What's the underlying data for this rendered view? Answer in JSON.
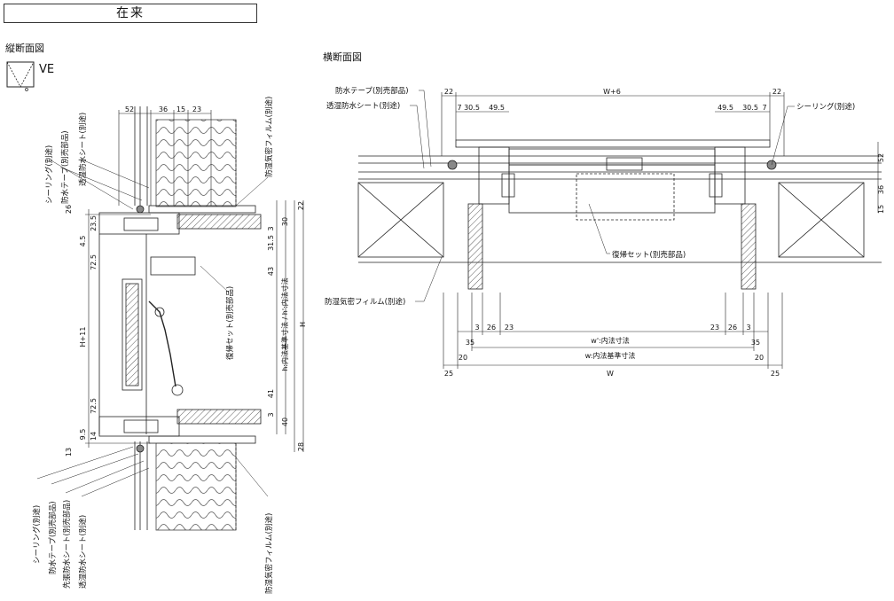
{
  "header": {
    "title": "在来"
  },
  "sections": {
    "vertical": "縦断面図",
    "horizontal": "横断面図"
  },
  "ve_symbol": {
    "label": "VE",
    "icon": "ve-window-symbol-icon"
  },
  "vertical_labels": {
    "sealing_top": "シーリング(別途)",
    "waterproof_tape_top": "防水テープ(別売部品)",
    "moisture_sheet_top": "透湿防水シート(別途)",
    "vapor_film_top": "防湿気密フィルム(別途)",
    "return_set": "復帰セット(別売部品)",
    "sealing_bottom": "シーリング(別途)",
    "waterproof_tape_bottom": "防水テープ(別売部品)",
    "first_sheet_bottom": "先張防水シート(別売部品)",
    "moisture_sheet_bottom": "透湿防水シート(別途)",
    "vapor_film_bottom": "防湿気密フィルム(別途)"
  },
  "vertical_dims": {
    "top_row": [
      "52",
      "36",
      "15",
      "23"
    ],
    "left": [
      "26",
      "23.5",
      "4.5",
      "72.5",
      "H+11",
      "72.5",
      "9.5",
      "14",
      "13"
    ],
    "right": [
      "22",
      "30",
      "3",
      "31.5",
      "43",
      "41",
      "3",
      "40",
      "28"
    ],
    "inner_h": "h:内法基準寸法 / h':内法寸法",
    "overall_h": "H"
  },
  "horizontal_labels": {
    "waterproof_tape": "防水テープ(別売部品)",
    "moisture_sheet": "透湿防水シート(別途)",
    "sealing": "シーリング(別途)",
    "return_set": "復帰セット(別売部品)",
    "vapor_film": "防湿気密フィルム(別途)"
  },
  "horizontal_dims": {
    "top": [
      "22",
      "W+6",
      "22"
    ],
    "top_left": [
      "7",
      "30.5",
      "49.5"
    ],
    "top_right": [
      "49.5",
      "30.5",
      "7"
    ],
    "right_side": [
      "52",
      "36",
      "15"
    ],
    "bottom_left": [
      "3",
      "26",
      "23"
    ],
    "bottom_right": [
      "23",
      "26",
      "3"
    ],
    "w_inner": "w':内法寸法",
    "w_std": "w:内法基準寸法",
    "w_overall": "W",
    "side_35": "35",
    "side_20": "20",
    "side_25": "25"
  }
}
